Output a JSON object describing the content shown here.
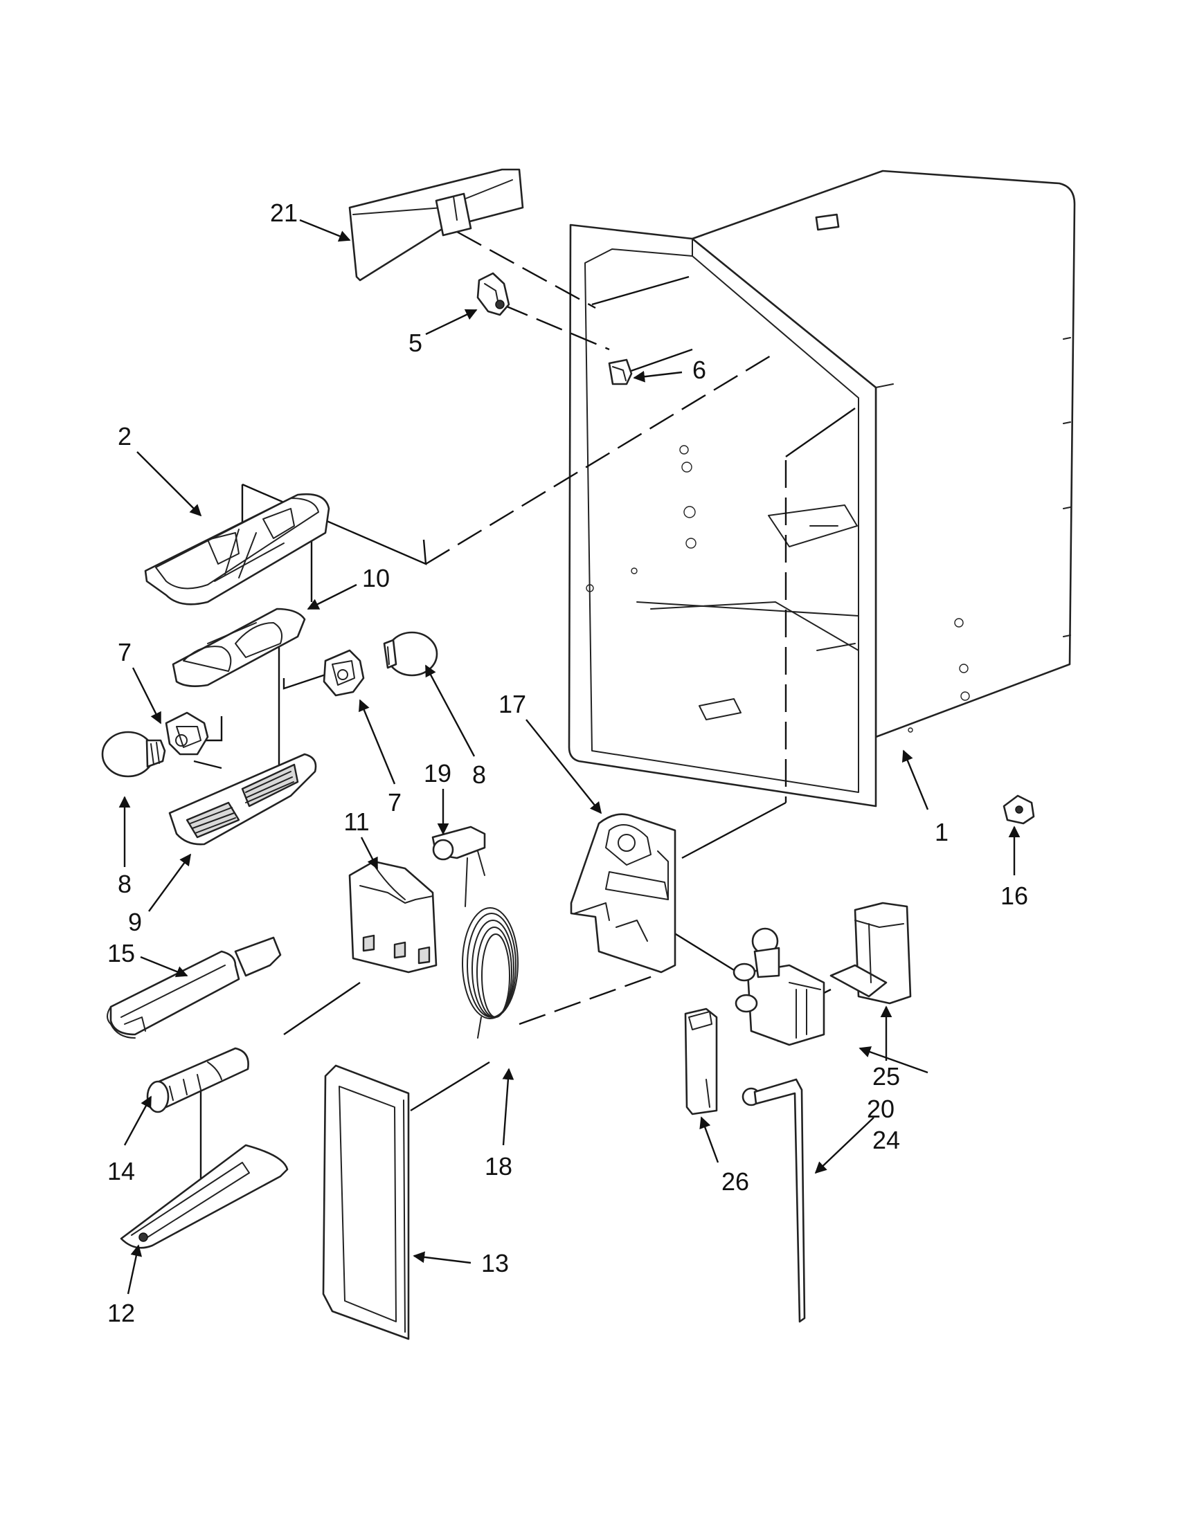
{
  "labels": {
    "1": "1",
    "2": "2",
    "5": "5",
    "6": "6",
    "7a": "7",
    "7b": "7",
    "8a": "8",
    "8b": "8",
    "9": "9",
    "10": "10",
    "11": "11",
    "12": "12",
    "13": "13",
    "14": "14",
    "15": "15",
    "16": "16",
    "17": "17",
    "18": "18",
    "19": "19",
    "20": "20",
    "21": "21",
    "24": "24",
    "25": "25",
    "26": "26"
  }
}
